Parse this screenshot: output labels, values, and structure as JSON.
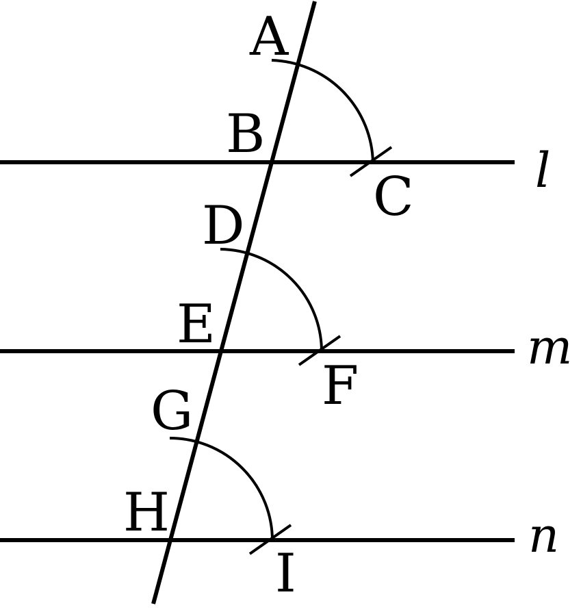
{
  "diagram": {
    "point_labels": {
      "A": "A",
      "B": "B",
      "C": "C",
      "D": "D",
      "E": "E",
      "F": "F",
      "G": "G",
      "H": "H",
      "I": "I"
    },
    "line_labels": {
      "l": "l",
      "m": "m",
      "n": "n"
    }
  }
}
